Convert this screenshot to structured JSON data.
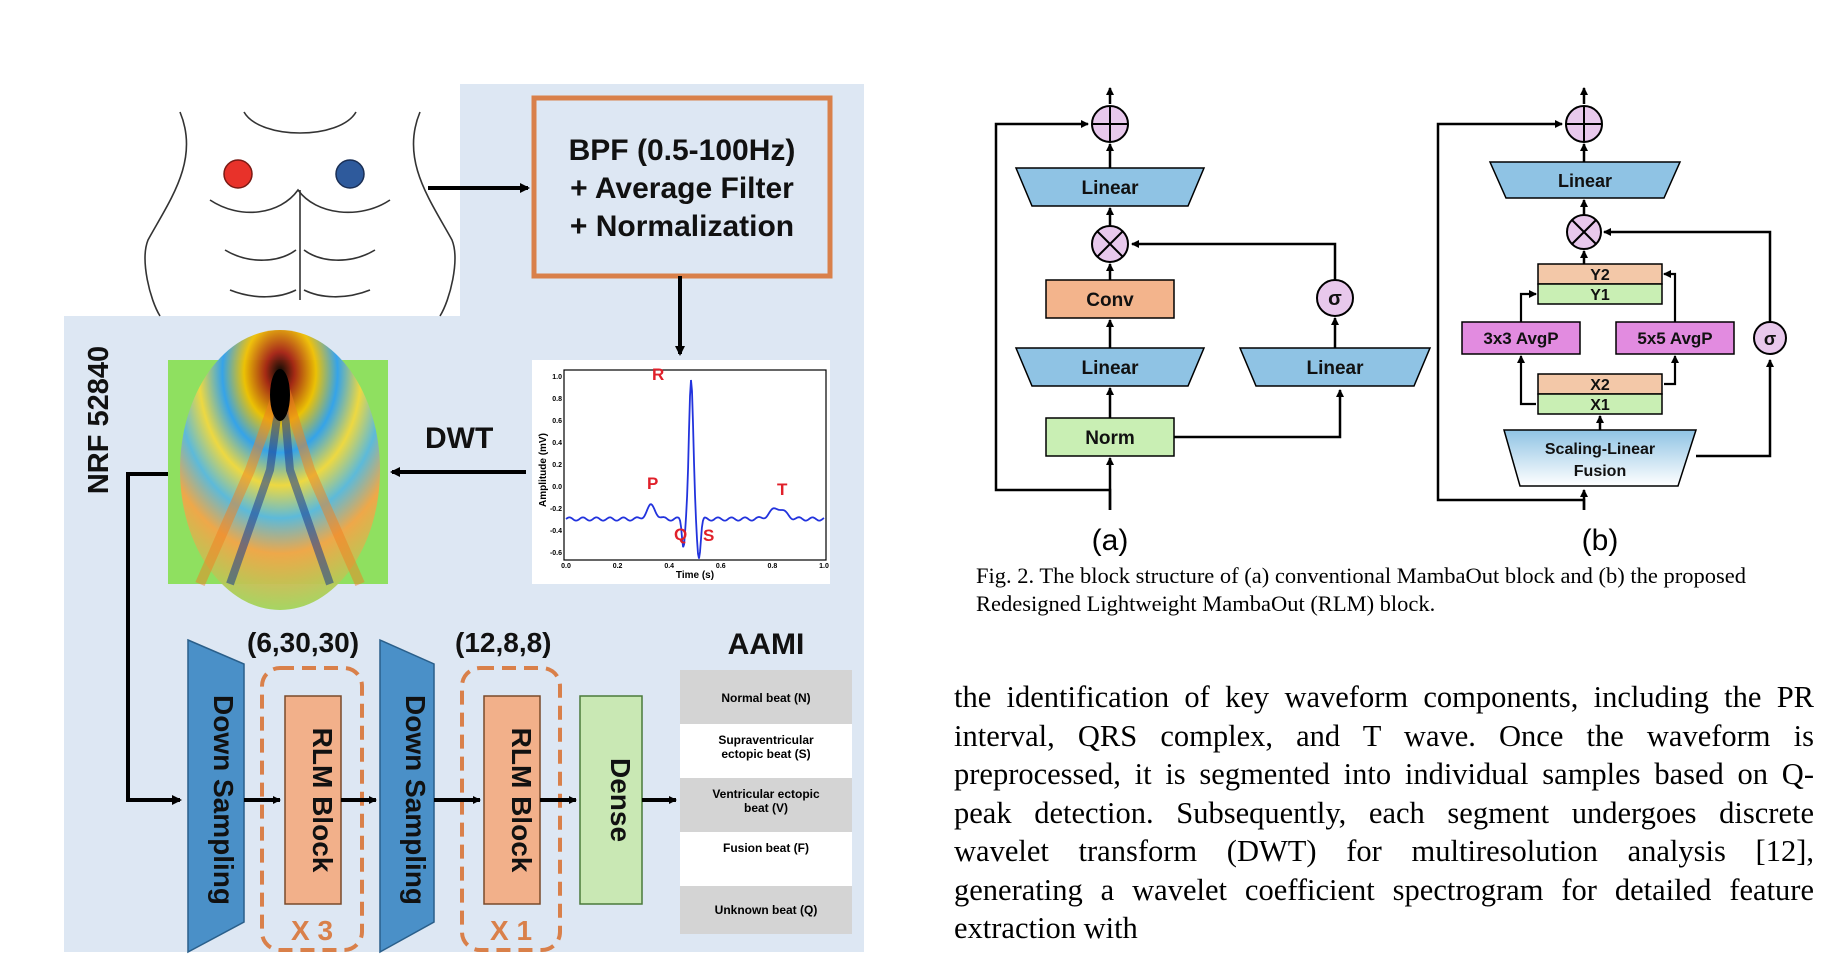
{
  "left_figure": {
    "filter_box": [
      "BPF (0.5-100Hz)",
      "+ Average Filter",
      "+ Normalization"
    ],
    "device_label": "NRF 52840",
    "dwt_label": "DWT",
    "ecg_plot": {
      "ylabel": "Amplitude (mV)",
      "xlabel": "Time (s)",
      "y_ticks": [
        "1.0",
        "0.8",
        "0.6",
        "0.4",
        "0.2",
        "0.0",
        "-0.2",
        "-0.4",
        "-0.6"
      ],
      "x_ticks": [
        "0.0",
        "0.2",
        "0.4",
        "0.6",
        "0.8",
        "1.0"
      ],
      "peaks": [
        "P",
        "R",
        "Q",
        "S",
        "T"
      ]
    },
    "down_sampling_1": "Down Sampling",
    "down_sampling_2": "Down Sampling",
    "shape_1": "(6,30,30)",
    "shape_2": "(12,8,8)",
    "rlm_block_1": "RLM Block",
    "rlm_block_2": "RLM Block",
    "repeat_1": "X 3",
    "repeat_2": "X 1",
    "dense": "Dense",
    "aami_title": "AAMI",
    "aami_classes": [
      "Normal beat (N)",
      "Supraventricular ectopic beat (S)",
      "Ventricular ectopic beat (V)",
      "Fusion beat (F)",
      "Unknown beat (Q)"
    ]
  },
  "block_a": {
    "linear_top": "Linear",
    "conv": "Conv",
    "linear_mid": "Linear",
    "norm": "Norm",
    "linear_side": "Linear",
    "sigma": "σ",
    "label": "(a)"
  },
  "block_b": {
    "linear_top": "Linear",
    "y2": "Y2",
    "y1": "Y1",
    "avgp3": "3x3 AvgP",
    "avgp5": "5x5 AvgP",
    "sigma": "σ",
    "x2": "X2",
    "x1": "X1",
    "fusion": [
      "Scaling-Linear",
      "Fusion"
    ],
    "label": "(b)"
  },
  "caption": "Fig. 2. The block structure of (a) conventional MambaOut block and (b) the proposed Redesigned Lightweight MambaOut (RLM) block.",
  "body_text": "the identification of key waveform components, including the PR interval, QRS complex, and T wave. Once the waveform is preprocessed, it is segmented into individual samples based on Q-peak detection. Subsequently, each segment undergoes discrete wavelet transform (DWT) for multiresolution analysis [12], generating a wavelet coefficient spectrogram for detailed feature extraction with",
  "colors": {
    "panel_bg": "#dde7f3",
    "filter_border": "#d9804a",
    "blue_block": "#4a90c8",
    "orange_block": "#f2b08a",
    "green_block": "#c9e8b4",
    "linear_fill": "#8fc3e4",
    "conv_fill": "#f3b48c",
    "norm_fill": "#c9efb4",
    "circle_fill": "#e8c8ec",
    "purple_fill": "#e28be0",
    "red_dot": "#e8322a",
    "blue_dot": "#2e5a9c",
    "peak_red": "#e0202a",
    "ecg_blue": "#2233dd"
  },
  "icons": [
    "torso-sketch-icon",
    "spectrogram-image",
    "plus-icon",
    "multiply-icon",
    "sigma-icon"
  ]
}
